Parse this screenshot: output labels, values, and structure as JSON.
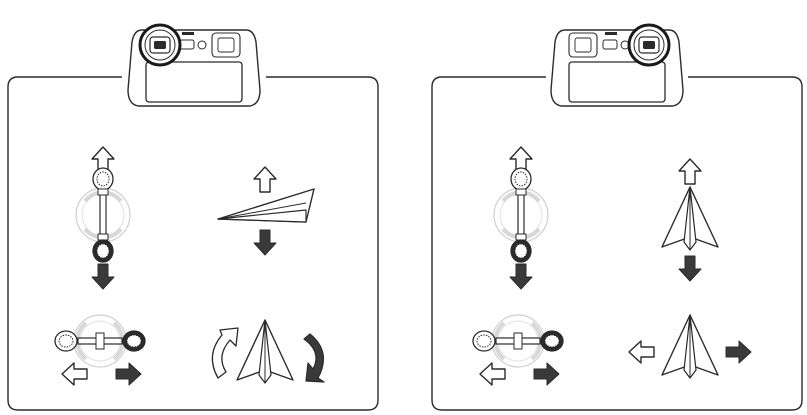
{
  "colors": {
    "stroke": "#2b2b2b",
    "arrow_fill": "#3a3a3a",
    "ring": "#c8c8c8",
    "background": "#ffffff"
  },
  "panels": [
    {
      "id": "left",
      "highlighted_stick": "left",
      "diagrams": [
        {
          "stick": "vertical",
          "stick_arrows": [
            "up-outline",
            "down-filled"
          ],
          "aircraft_icon": "plane-climb-side-icon",
          "effect": "altitude"
        },
        {
          "stick": "horizontal",
          "stick_arrows": [
            "left-outline",
            "right-filled"
          ],
          "aircraft_icon": "plane-top-icon",
          "effect": "yaw-rotate"
        }
      ]
    },
    {
      "id": "right",
      "highlighted_stick": "right",
      "diagrams": [
        {
          "stick": "vertical",
          "stick_arrows": [
            "up-outline",
            "down-filled"
          ],
          "aircraft_icon": "plane-top-icon",
          "effect": "pitch-forward-back"
        },
        {
          "stick": "horizontal",
          "stick_arrows": [
            "left-outline",
            "right-filled"
          ],
          "aircraft_icon": "plane-top-icon",
          "effect": "roll-left-right"
        }
      ]
    }
  ]
}
